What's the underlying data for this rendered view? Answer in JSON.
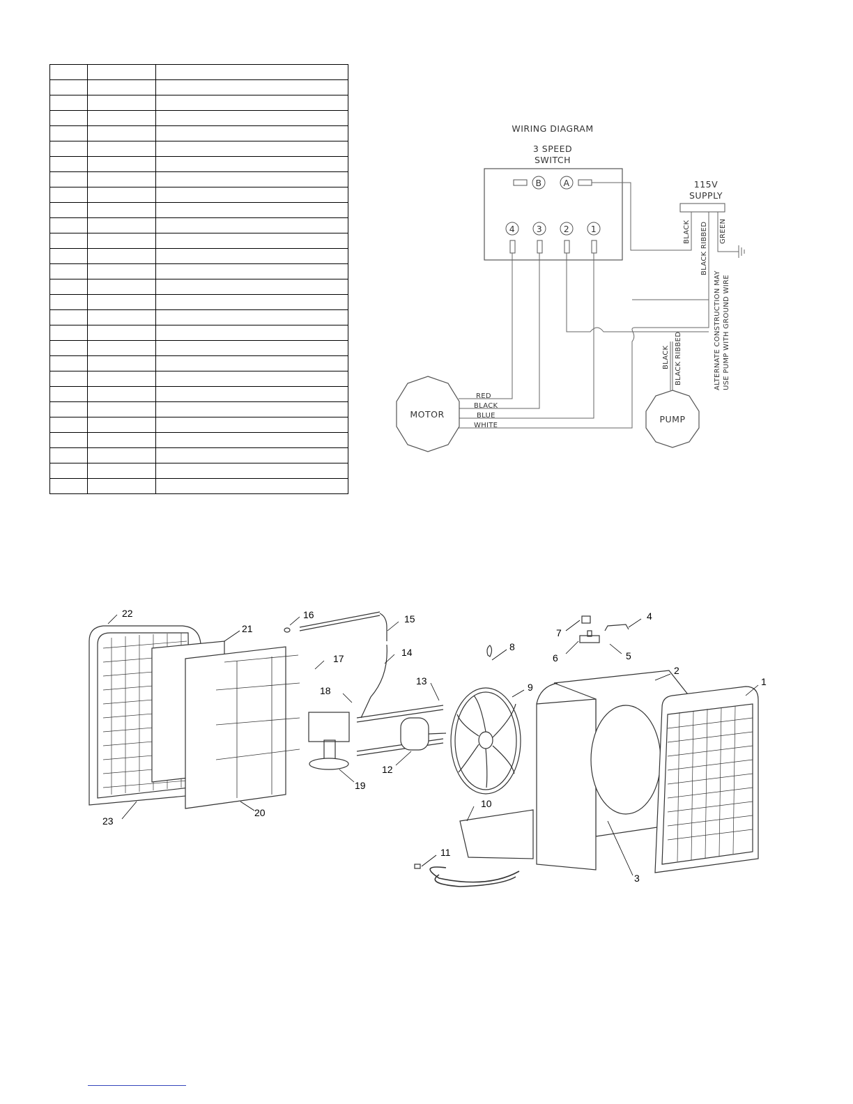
{
  "parts_table": {
    "row_count": 28
  },
  "wiring_diagram": {
    "title": "WIRING DIAGRAM",
    "switch_label_line1": "3 SPEED",
    "switch_label_line2": "SWITCH",
    "switch_terminals_top": [
      "B",
      "A"
    ],
    "switch_terminals_bottom": [
      "4",
      "3",
      "2",
      "1"
    ],
    "supply_line1": "115V",
    "supply_line2": "SUPPLY",
    "supply_wires": [
      "BLACK",
      "BLACK RIBBED",
      "GREEN"
    ],
    "pump_wires": [
      "BLACK",
      "BLACK RIBBED"
    ],
    "motor_wires": [
      "RED",
      "BLACK",
      "BLUE",
      "WHITE"
    ],
    "motor_label": "MOTOR",
    "pump_label": "PUMP",
    "note_line1": "ALTERNATE CONSTRUCTION MAY",
    "note_line2": "USE PUMP WITH GROUND WIRE"
  },
  "exploded_view": {
    "callouts": [
      "1",
      "2",
      "3",
      "4",
      "5",
      "6",
      "7",
      "8",
      "9",
      "10",
      "11",
      "12",
      "13",
      "14",
      "15",
      "16",
      "17",
      "18",
      "19",
      "20",
      "21",
      "22",
      "23"
    ]
  }
}
